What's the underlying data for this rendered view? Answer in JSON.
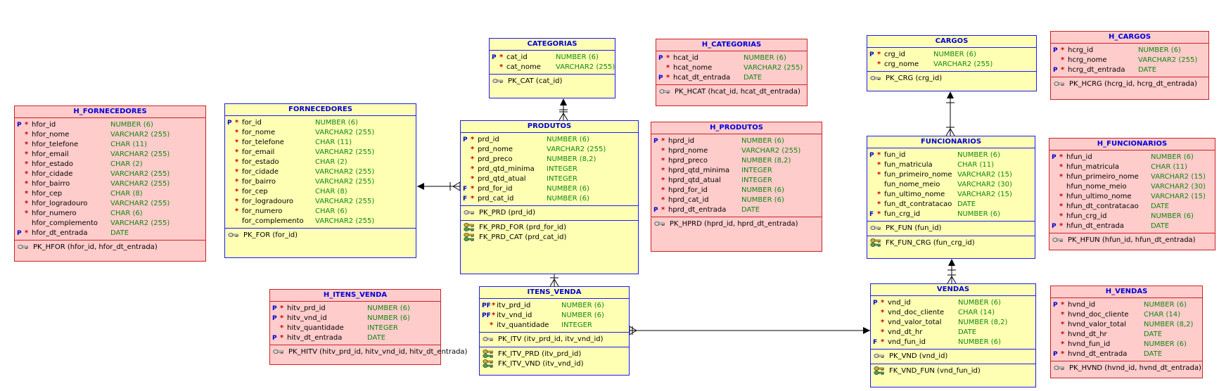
{
  "colors": {
    "entity_fill": "#ffffb4",
    "entity_border": "#1a1aff",
    "history_fill": "#ffcccc",
    "history_border": "#cc2222",
    "title": "#0000dd",
    "type": "#118811",
    "required": "#cc0000"
  },
  "entities": [
    {
      "id": "categorias",
      "title": "CATEGORIAS",
      "kind": "main",
      "columns": [
        {
          "flag": "P",
          "req": "*",
          "name": "cat_id",
          "type": "NUMBER (6)"
        },
        {
          "flag": "",
          "req": "*",
          "name": "cat_nome",
          "type": "VARCHAR2 (255)"
        }
      ],
      "keys": [
        {
          "icon": "pk-key-icon",
          "text": "PK_CAT (cat_id)"
        }
      ],
      "fks": []
    },
    {
      "id": "h_categorias",
      "title": "H_CATEGORIAS",
      "kind": "history",
      "columns": [
        {
          "flag": "P",
          "req": "*",
          "name": "hcat_id",
          "type": "NUMBER (6)"
        },
        {
          "flag": "",
          "req": "*",
          "name": "hcat_nome",
          "type": "VARCHAR2 (255)"
        },
        {
          "flag": "P",
          "req": "*",
          "name": "hcat_dt_entrada",
          "type": "DATE"
        }
      ],
      "keys": [
        {
          "icon": "pk-key-icon",
          "text": "PK_HCAT (hcat_id, hcat_dt_entrada)"
        }
      ],
      "fks": []
    },
    {
      "id": "cargos",
      "title": "CARGOS",
      "kind": "main",
      "columns": [
        {
          "flag": "P",
          "req": "*",
          "name": "crg_id",
          "type": "NUMBER (6)"
        },
        {
          "flag": "",
          "req": "*",
          "name": "crg_nome",
          "type": "VARCHAR2 (255)"
        }
      ],
      "keys": [
        {
          "icon": "pk-key-icon",
          "text": "PK_CRG (crg_id)"
        }
      ],
      "fks": []
    },
    {
      "id": "h_cargos",
      "title": "H_CARGOS",
      "kind": "history",
      "columns": [
        {
          "flag": "P",
          "req": "*",
          "name": "hcrg_id",
          "type": "NUMBER (6)"
        },
        {
          "flag": "",
          "req": "*",
          "name": "hcrg_nome",
          "type": "VARCHAR2 (255)"
        },
        {
          "flag": "P",
          "req": "*",
          "name": "hcrg_dt_entrada",
          "type": "DATE"
        }
      ],
      "keys": [
        {
          "icon": "pk-key-icon",
          "text": "PK_HCRG (hcrg_id, hcrg_dt_entrada)"
        }
      ],
      "fks": []
    },
    {
      "id": "h_fornecedores",
      "title": "H_FORNECEDORES",
      "kind": "history",
      "columns": [
        {
          "flag": "P",
          "req": "*",
          "name": "hfor_id",
          "type": "NUMBER (6)"
        },
        {
          "flag": "",
          "req": "*",
          "name": "hfor_nome",
          "type": "VARCHAR2 (255)"
        },
        {
          "flag": "",
          "req": "*",
          "name": "hfor_telefone",
          "type": "CHAR (11)"
        },
        {
          "flag": "",
          "req": "*",
          "name": "hfor_email",
          "type": "VARCHAR2 (255)"
        },
        {
          "flag": "",
          "req": "*",
          "name": "hfor_estado",
          "type": "CHAR (2)"
        },
        {
          "flag": "",
          "req": "*",
          "name": "hfor_cidade",
          "type": "VARCHAR2 (255)"
        },
        {
          "flag": "",
          "req": "*",
          "name": "hfor_bairro",
          "type": "VARCHAR2 (255)"
        },
        {
          "flag": "",
          "req": "*",
          "name": "hfor_cep",
          "type": "CHAR (8)"
        },
        {
          "flag": "",
          "req": "*",
          "name": "hfor_logradouro",
          "type": "VARCHAR2 (255)"
        },
        {
          "flag": "",
          "req": "*",
          "name": "hfor_numero",
          "type": "CHAR (6)"
        },
        {
          "flag": "",
          "req": "",
          "name": "hfor_complemento",
          "type": "VARCHAR2 (255)"
        },
        {
          "flag": "P",
          "req": "*",
          "name": "hfor_dt_entrada",
          "type": "DATE"
        }
      ],
      "keys": [
        {
          "icon": "pk-key-icon",
          "text": "PK_HFOR (hfor_id, hfor_dt_entrada)"
        }
      ],
      "fks": []
    },
    {
      "id": "fornecedores",
      "title": "FORNECEDORES",
      "kind": "main",
      "columns": [
        {
          "flag": "P",
          "req": "*",
          "name": "for_id",
          "type": "NUMBER (6)"
        },
        {
          "flag": "",
          "req": "*",
          "name": "for_nome",
          "type": "VARCHAR2 (255)"
        },
        {
          "flag": "",
          "req": "*",
          "name": "for_telefone",
          "type": "CHAR (11)"
        },
        {
          "flag": "",
          "req": "*",
          "name": "for_email",
          "type": "VARCHAR2 (255)"
        },
        {
          "flag": "",
          "req": "*",
          "name": "for_estado",
          "type": "CHAR (2)"
        },
        {
          "flag": "",
          "req": "*",
          "name": "for_cidade",
          "type": "VARCHAR2 (255)"
        },
        {
          "flag": "",
          "req": "*",
          "name": "for_bairro",
          "type": "VARCHAR2 (255)"
        },
        {
          "flag": "",
          "req": "*",
          "name": "for_cep",
          "type": "CHAR (8)"
        },
        {
          "flag": "",
          "req": "*",
          "name": "for_logradouro",
          "type": "VARCHAR2 (255)"
        },
        {
          "flag": "",
          "req": "*",
          "name": "for_numero",
          "type": "CHAR (6)"
        },
        {
          "flag": "",
          "req": "",
          "name": "for_complemento",
          "type": "VARCHAR2 (255)"
        }
      ],
      "keys": [
        {
          "icon": "pk-key-icon",
          "text": "PK_FOR (for_id)"
        }
      ],
      "fks": []
    },
    {
      "id": "produtos",
      "title": "PRODUTOS",
      "kind": "main",
      "columns": [
        {
          "flag": "P",
          "req": "*",
          "name": "prd_id",
          "type": "NUMBER (6)"
        },
        {
          "flag": "",
          "req": "*",
          "name": "prd_nome",
          "type": "VARCHAR2 (255)"
        },
        {
          "flag": "",
          "req": "*",
          "name": "prd_preco",
          "type": "NUMBER (8,2)"
        },
        {
          "flag": "",
          "req": "*",
          "name": "prd_qtd_minima",
          "type": "INTEGER"
        },
        {
          "flag": "",
          "req": "*",
          "name": "prd_qtd_atual",
          "type": "INTEGER"
        },
        {
          "flag": "F",
          "req": "*",
          "name": "prd_for_id",
          "type": "NUMBER (6)"
        },
        {
          "flag": "F",
          "req": "*",
          "name": "prd_cat_id",
          "type": "NUMBER (6)"
        }
      ],
      "keys": [
        {
          "icon": "pk-key-icon",
          "text": "PK_PRD (prd_id)"
        }
      ],
      "fks": [
        {
          "icon": "fk-key-icon",
          "text": "FK_PRD_FOR (prd_for_id)"
        },
        {
          "icon": "fk-key-icon",
          "text": "FK_PRD_CAT (prd_cat_id)"
        }
      ]
    },
    {
      "id": "h_produtos",
      "title": "H_PRODUTOS",
      "kind": "history",
      "columns": [
        {
          "flag": "P",
          "req": "*",
          "name": "hprd_id",
          "type": "NUMBER (6)"
        },
        {
          "flag": "",
          "req": "*",
          "name": "hprd_nome",
          "type": "VARCHAR2 (255)"
        },
        {
          "flag": "",
          "req": "*",
          "name": "hprd_preco",
          "type": "NUMBER (8,2)"
        },
        {
          "flag": "",
          "req": "*",
          "name": "hprd_qtd_minima",
          "type": "INTEGER"
        },
        {
          "flag": "",
          "req": "*",
          "name": "hprd_qtd_atual",
          "type": "INTEGER"
        },
        {
          "flag": "",
          "req": "*",
          "name": "hprd_for_id",
          "type": "NUMBER (6)"
        },
        {
          "flag": "",
          "req": "*",
          "name": "hprd_cat_id",
          "type": "NUMBER (6)"
        },
        {
          "flag": "P",
          "req": "*",
          "name": "hprd_dt_entrada",
          "type": "DATE"
        }
      ],
      "keys": [
        {
          "icon": "pk-key-icon",
          "text": "PK_HPRD (hprd_id, hprd_dt_entrada)"
        }
      ],
      "fks": []
    },
    {
      "id": "funcionarios",
      "title": "FUNCIONARIOS",
      "kind": "main",
      "columns": [
        {
          "flag": "P",
          "req": "*",
          "name": "fun_id",
          "type": "NUMBER (6)"
        },
        {
          "flag": "",
          "req": "*",
          "name": "fun_matricula",
          "type": "CHAR (11)"
        },
        {
          "flag": "",
          "req": "*",
          "name": "fun_primeiro_nome",
          "type": "VARCHAR2 (15)"
        },
        {
          "flag": "",
          "req": "",
          "name": "fun_nome_meio",
          "type": "VARCHAR2 (30)"
        },
        {
          "flag": "",
          "req": "*",
          "name": "fun_ultimo_nome",
          "type": "VARCHAR2 (15)"
        },
        {
          "flag": "",
          "req": "*",
          "name": "fun_dt_contratacao",
          "type": "DATE"
        },
        {
          "flag": "F",
          "req": "*",
          "name": "fun_crg_id",
          "type": "NUMBER (6)"
        }
      ],
      "keys": [
        {
          "icon": "pk-key-icon",
          "text": "PK_FUN (fun_id)"
        }
      ],
      "fks": [
        {
          "icon": "fk-key-icon",
          "text": "FK_FUN_CRG (fun_crg_id)"
        }
      ]
    },
    {
      "id": "h_funcionarios",
      "title": "H_FUNCIONARIOS",
      "kind": "history",
      "columns": [
        {
          "flag": "P",
          "req": "*",
          "name": "hfun_id",
          "type": "NUMBER (6)"
        },
        {
          "flag": "",
          "req": "*",
          "name": "hfun_matricula",
          "type": "CHAR (11)"
        },
        {
          "flag": "",
          "req": "*",
          "name": "hfun_primeiro_nome",
          "type": "VARCHAR2 (15)"
        },
        {
          "flag": "",
          "req": "",
          "name": "hfun_nome_meio",
          "type": "VARCHAR2 (30)"
        },
        {
          "flag": "",
          "req": "*",
          "name": "hfun_ultimo_nome",
          "type": "VARCHAR2 (15)"
        },
        {
          "flag": "",
          "req": "*",
          "name": "hfun_dt_contratacao",
          "type": "DATE"
        },
        {
          "flag": "",
          "req": "*",
          "name": "hfun_crg_id",
          "type": "NUMBER (6)"
        },
        {
          "flag": "P",
          "req": "*",
          "name": "hfun_dt_entrada",
          "type": "DATE"
        }
      ],
      "keys": [
        {
          "icon": "pk-key-icon",
          "text": "PK_HFUN (hfun_id, hfun_dt_entrada)"
        }
      ],
      "fks": []
    },
    {
      "id": "h_itens_venda",
      "title": "H_ITENS_VENDA",
      "kind": "history",
      "columns": [
        {
          "flag": "P",
          "req": "*",
          "name": "hitv_prd_id",
          "type": "NUMBER (6)"
        },
        {
          "flag": "P",
          "req": "*",
          "name": "hitv_vnd_id",
          "type": "NUMBER (6)"
        },
        {
          "flag": "",
          "req": "*",
          "name": "hitv_quantidade",
          "type": "INTEGER"
        },
        {
          "flag": "P",
          "req": "*",
          "name": "hitv_dt_entrada",
          "type": "DATE"
        }
      ],
      "keys": [
        {
          "icon": "pk-key-icon",
          "text": "PK_HITV (hitv_prd_id, hitv_vnd_id, hitv_dt_entrada)"
        }
      ],
      "fks": []
    },
    {
      "id": "itens_venda",
      "title": "ITENS_VENDA",
      "kind": "main",
      "columns": [
        {
          "flag": "PF",
          "req": "*",
          "name": "itv_prd_id",
          "type": "NUMBER (6)"
        },
        {
          "flag": "PF",
          "req": "*",
          "name": "itv_vnd_id",
          "type": "NUMBER (6)"
        },
        {
          "flag": "",
          "req": "*",
          "name": "itv_quantidade",
          "type": "INTEGER"
        }
      ],
      "keys": [
        {
          "icon": "pk-key-icon",
          "text": "PK_ITV (itv_prd_id, itv_vnd_id)"
        }
      ],
      "fks": [
        {
          "icon": "fk-key-icon",
          "text": "FK_ITV_PRD (itv_prd_id)"
        },
        {
          "icon": "fk-key-icon",
          "text": "FK_ITV_VND (itv_vnd_id)"
        }
      ]
    },
    {
      "id": "vendas",
      "title": "VENDAS",
      "kind": "main",
      "columns": [
        {
          "flag": "P",
          "req": "*",
          "name": "vnd_id",
          "type": "NUMBER (6)"
        },
        {
          "flag": "",
          "req": "*",
          "name": "vnd_doc_cliente",
          "type": "CHAR (14)"
        },
        {
          "flag": "",
          "req": "*",
          "name": "vnd_valor_total",
          "type": "NUMBER (8,2)"
        },
        {
          "flag": "",
          "req": "*",
          "name": "vnd_dt_hr",
          "type": "DATE"
        },
        {
          "flag": "F",
          "req": "*",
          "name": "vnd_fun_id",
          "type": "NUMBER (6)"
        }
      ],
      "keys": [
        {
          "icon": "pk-key-icon",
          "text": "PK_VND (vnd_id)"
        }
      ],
      "fks": [
        {
          "icon": "fk-key-icon",
          "text": "FK_VND_FUN (vnd_fun_id)"
        }
      ]
    },
    {
      "id": "h_vendas",
      "title": "H_VENDAS",
      "kind": "history",
      "columns": [
        {
          "flag": "P",
          "req": "*",
          "name": "hvnd_id",
          "type": "NUMBER (6)"
        },
        {
          "flag": "",
          "req": "*",
          "name": "hvnd_doc_cliente",
          "type": "CHAR (14)"
        },
        {
          "flag": "",
          "req": "*",
          "name": "hvnd_valor_total",
          "type": "NUMBER (8,2)"
        },
        {
          "flag": "",
          "req": "*",
          "name": "hvnd_dt_hr",
          "type": "DATE"
        },
        {
          "flag": "",
          "req": "*",
          "name": "hvnd_fun_id",
          "type": "NUMBER (6)"
        },
        {
          "flag": "P",
          "req": "*",
          "name": "hvnd_dt_entrada",
          "type": "DATE"
        }
      ],
      "keys": [
        {
          "icon": "pk-key-icon",
          "text": "PK_HVND (hvnd_id, hvnd_dt_entrada)"
        }
      ],
      "fks": []
    }
  ],
  "relationships": [
    {
      "parent": "categorias",
      "child": "produtos"
    },
    {
      "parent": "fornecedores",
      "child": "produtos"
    },
    {
      "parent": "produtos",
      "child": "itens_venda"
    },
    {
      "parent": "vendas",
      "child": "itens_venda"
    },
    {
      "parent": "cargos",
      "child": "funcionarios"
    },
    {
      "parent": "funcionarios",
      "child": "vendas"
    }
  ]
}
